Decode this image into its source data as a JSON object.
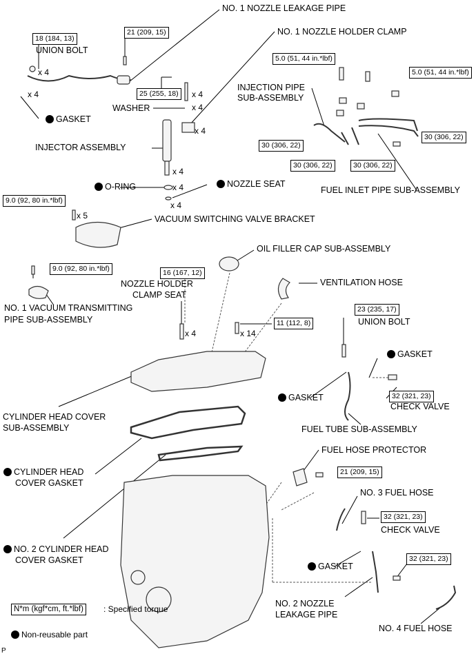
{
  "labels": {
    "nozzle_leakage_pipe": "NO. 1 NOZZLE LEAKAGE PIPE",
    "nozzle_holder_clamp": "NO. 1 NOZZLE HOLDER CLAMP",
    "union_bolt_top": "UNION BOLT",
    "gasket_top": "GASKET",
    "washer": "WASHER",
    "injection_pipe_1": "INJECTION PIPE",
    "injection_pipe_2": "SUB-ASSEMBLY",
    "injector_assembly": "INJECTOR ASSEMBLY",
    "o_ring": "O-RING",
    "nozzle_seat": "NOZZLE SEAT",
    "fuel_inlet_pipe": "FUEL INLET PIPE SUB-ASSEMBLY",
    "vsv_bracket": "VACUUM SWITCHING VALVE BRACKET",
    "oil_filler_cap": "OIL FILLER CAP SUB-ASSEMBLY",
    "nozzle_holder_clamp_seat_1": "NOZZLE HOLDER",
    "nozzle_holder_clamp_seat_2": "CLAMP SEAT",
    "ventilation_hose": "VENTILATION HOSE",
    "vacuum_pipe_1": "NO. 1 VACUUM TRANSMITTING",
    "vacuum_pipe_2": "PIPE SUB-ASSEMBLY",
    "union_bolt_right": "UNION BOLT",
    "gasket_right": "GASKET",
    "gasket_left": "GASKET",
    "check_valve_1": "CHECK VALVE",
    "cyl_head_cover_1": "CYLINDER HEAD COVER",
    "cyl_head_cover_2": "SUB-ASSEMBLY",
    "fuel_tube": "FUEL TUBE SUB-ASSEMBLY",
    "cyl_head_cover_gasket_1": "CYLINDER HEAD",
    "cyl_head_cover_gasket_2": "COVER GASKET",
    "fuel_hose_protector": "FUEL HOSE PROTECTOR",
    "no3_fuel_hose": "NO. 3 FUEL HOSE",
    "check_valve_2": "CHECK VALVE",
    "no2_cyl_head_gasket_1": "NO. 2 CYLINDER HEAD",
    "no2_cyl_head_gasket_2": "COVER GASKET",
    "gasket_bottom": "GASKET",
    "no2_nozzle_leakage_1": "NO. 2 NOZZLE",
    "no2_nozzle_leakage_2": "LEAKAGE PIPE",
    "no4_fuel_hose": "NO. 4 FUEL HOSE"
  },
  "torques": {
    "t_union_bolt_top": "18 (184, 13)",
    "t_leak_pipe_bolt": "21 (209, 15)",
    "t_clamp_bolt": "25 (255, 18)",
    "t_inj_upper_left": "5.0 (51, 44 in.*lbf)",
    "t_inj_upper_right": "5.0 (51, 44 in.*lbf)",
    "t_inj_pipe_right": "30 (306, 22)",
    "t_inj_pipe_left": "30 (306, 22)",
    "t_inj_pipe_bl": "30 (306, 22)",
    "t_inj_pipe_br": "30 (306, 22)",
    "t_vsv_bracket": "9.0 (92, 80 in.*lbf)",
    "t_vacuum_pipe": "9.0 (92, 80 in.*lbf)",
    "t_clamp_seat": "16 (167, 12)",
    "t_head_cover": "11 (112, 8)",
    "t_union_bolt_right": "23 (235, 17)",
    "t_check_valve_1": "32 (321, 23)",
    "t_hose_protector": "21 (209, 15)",
    "t_check_valve_2": "32 (321, 23)",
    "t_leak_pipe_2": "32 (321, 23)"
  },
  "multipliers": {
    "m1": "x 4",
    "m2": "x 4",
    "m3": "x 4",
    "m4": "x 4",
    "m5": "x 4",
    "m6": "x 4",
    "m7": "x 4",
    "m8": "x 4",
    "m9": "x 5",
    "m10": "x 4",
    "m11": "x 14"
  },
  "legend": {
    "torque_box": "N*m (kgf*cm, ft.*lbf)",
    "torque_desc": ": Specified torque",
    "nonreusable": "Non-reusable part"
  },
  "footer_code": "P",
  "colors": {
    "line": "#000000",
    "part_fill": "#f4f4f4",
    "part_stroke": "#333333"
  }
}
